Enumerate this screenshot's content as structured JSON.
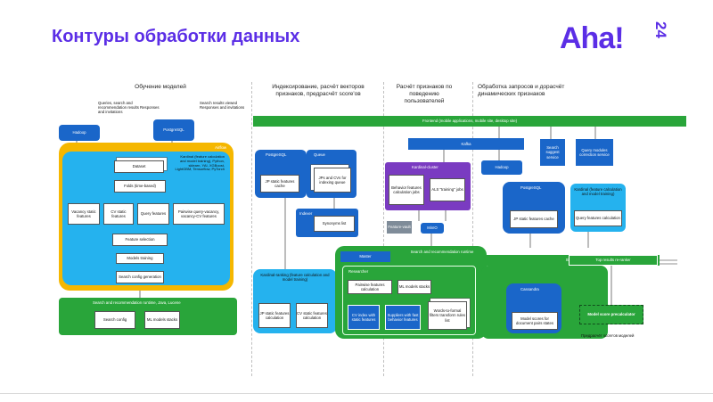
{
  "title": "Контуры обработки данных",
  "logo": {
    "text": "Aha!",
    "year": "24"
  },
  "sections": [
    "Обучение моделей",
    "Индексирование, расчёт векторов признаков, предрасчёт score'ов",
    "Расчёт признаков по поведению пользователей",
    "Обработка запросов и дорасчёт динамических признаков"
  ],
  "training": {
    "queries_note": "Queries, search and recommendation results Responses and invitations",
    "search_note": "Search results viewed Responses and invitations",
    "hadoop": "Hadoop",
    "postgresql": "PostgreSQL",
    "airflow": "Airflow",
    "kardinal": "Kardinal (feature calculation and model training), Python, sklearn, YAI, XGBoost, LightGBM, Tensorflow, PyTorch",
    "dataset": "Dataset",
    "folds": "Folds (time-based)",
    "vacancy_features": "Vacancy static features",
    "cv_features": "CV static features",
    "query_features": "Query features",
    "pairwise_features": "Pairwise query-vacancy, vacancy-CV features",
    "feature_selection": "Feature selection",
    "models_training": "Models training",
    "search_config": "Search config generation",
    "runtime": "Search and recommendation runtime, Java, Lucene",
    "search_config_box": "Search config",
    "ml_models": "ML models stacks"
  },
  "indexing": {
    "postgresql": "PostgreSQL",
    "jp_cache": "JP static features cache",
    "queue": "Queue",
    "jp_cv_indexing": "JPs and CVs for indexing queue",
    "indexer": "Indexer",
    "synonyms": "Synonyms list",
    "kardinal_ranking": "Kardinal-ranking (feature calculation and model training)",
    "jp_static": "JP static features calculation",
    "cv_static": "CV static features calculation"
  },
  "behavior": {
    "frontend": "Frontend (mobile applications, mobile site, desktop site)",
    "kafka": "Kafka",
    "kardinal_cluster": "Kardinal-cluster",
    "behavior_calc": "Behavior features calculation jobs",
    "als_jobs": "ALS \"training\" jobs",
    "feature_vault": "Feature-vault",
    "minio": "MinIO"
  },
  "queries": {
    "search_suggest": "Search suggest service",
    "query_modules": "Query modules correction service",
    "hadoop": "Hadoop",
    "postgresql": "PostgreSQL",
    "jp_cache": "JP static features cache",
    "kardinal_feature": "Kardinal (feature calculation and model training)",
    "query_features_calc": "Query features calculation",
    "master": "Master",
    "runtime": "Search and recommendation runtime",
    "slave": "Slave",
    "top_results": "Top results re-ranker",
    "researcher": "Researcher",
    "pairwise": "Pairwise features calculation",
    "ml_models": "ML models stacks",
    "cv_index": "CV index with static features",
    "suppliers": "Suppliers with fast behavior features",
    "wordsforms": "Words-to-formal filters transform rules list",
    "cassandra": "Cassandra",
    "model_scores": "Model scores for document pairs states",
    "precalculator": "Model score precalculator",
    "precalc_note": "Предрасчёт score'ов моделей"
  }
}
